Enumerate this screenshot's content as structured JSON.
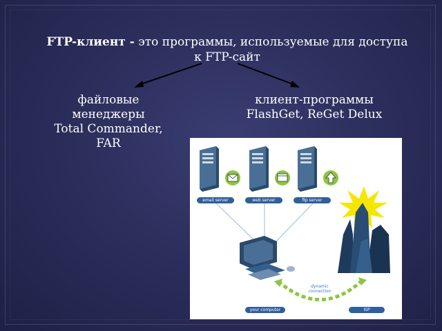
{
  "heading": {
    "term": "FTP-клиент -",
    "definition": " это программы, используемые для доступа к FTP-сайт"
  },
  "left": {
    "line1": "файловые",
    "line2": "менеджеры",
    "line3": "Total Commander,",
    "line4": "FAR"
  },
  "right": {
    "line1": "клиент-программы",
    "line2": "FlashGet, ReGet Delux"
  },
  "diagram": {
    "servers": [
      {
        "label": "email server",
        "icon": "envelope-icon"
      },
      {
        "label": "web server",
        "icon": "window-icon"
      },
      {
        "label": "ftp server",
        "icon": "upload-arrow-icon"
      }
    ],
    "computer_label": "your computer",
    "isp_label": "ISP",
    "connection_line1": "dynamic",
    "connection_line2": "connection",
    "colors": {
      "label_bg": "#2f5f9c",
      "connection": "#8cc63f",
      "server_body": "#3d5d80",
      "skyline": "#1f3b5c",
      "sun": "#f7e600"
    }
  }
}
